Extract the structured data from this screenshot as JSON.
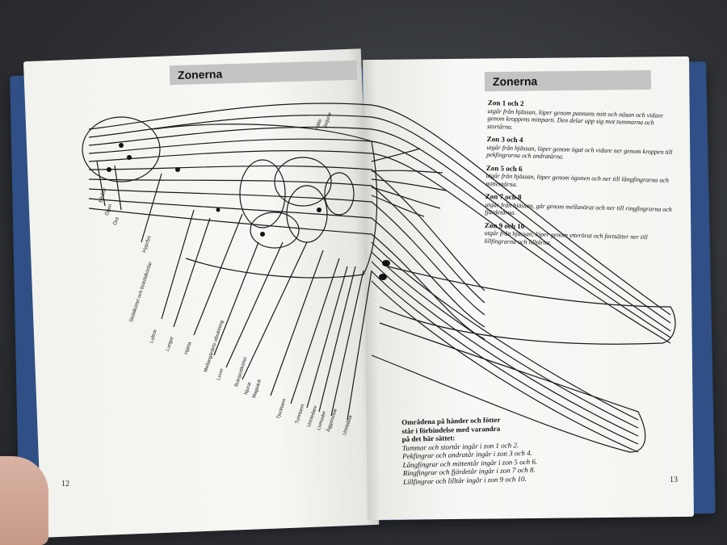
{
  "left_page": {
    "header": "Zonerna",
    "page_number": "12",
    "labels": [
      "Bihålor",
      "Ögon",
      "Öra",
      "Hypofys",
      "Sköldkörtel och bisköldkörtlar",
      "Luftrör",
      "Lungor",
      "Hjärta",
      "Mellangärdets utbuktning",
      "Lever",
      "Bukspottkörtel",
      "Njurar",
      "Magsäck",
      "Tjocktarm",
      "Tunntarm",
      "Urinledare",
      "Livmoder",
      "Äggstockar",
      "Urinblåsa",
      "Hälte",
      "Binjurar"
    ]
  },
  "right_page": {
    "header": "Zonerna",
    "page_number": "13",
    "zones": [
      {
        "title": "Zon 1 och 2",
        "desc": "utgår från hjässan, löper genom pannans mitt och näsan och vidare genom kroppens mittparti. Den delar upp sig mot tummarna och stortårna."
      },
      {
        "title": "Zon 3 och 4",
        "desc": "utgår från hjässan, löper genom ögat och vidare ner genom kroppen till pekfingrarna och andratårna."
      },
      {
        "title": "Zon 5 och 6",
        "desc": "utgår från hjässan, löper genom ögonen och ner till långfingrarna och mittentårna."
      },
      {
        "title": "Zon 7 och 8",
        "desc": "utgår från hjässan, går genom mellanörat och ner till ringfingrarna och fjärdetårna."
      },
      {
        "title": "Zon 9 och 10",
        "desc": "utgår från hjässan, löper genom ytterörat och fortsätter ner till lillfingrarna och lilltårna."
      }
    ],
    "legend": {
      "heading": [
        "Områdena på händer och fötter",
        "står i förbindelse med varandra",
        "på det här sättet:"
      ],
      "items": [
        "Tummar och stortår ingår i zon 1 och 2.",
        "Pekfingrar och andratår ingår i zon 3 och 4.",
        "Långfingrar och mittentår ingår i zon 5 och 6.",
        "Ringfingrar och fjärdetår ingår i zon 7 och 8.",
        "Lillfingrar och lilltår ingår i zon 9 och 10."
      ]
    }
  },
  "colors": {
    "cover": "#2f4f86",
    "header_bar": "#c4c4c4",
    "paper": "#f6f6f3"
  }
}
